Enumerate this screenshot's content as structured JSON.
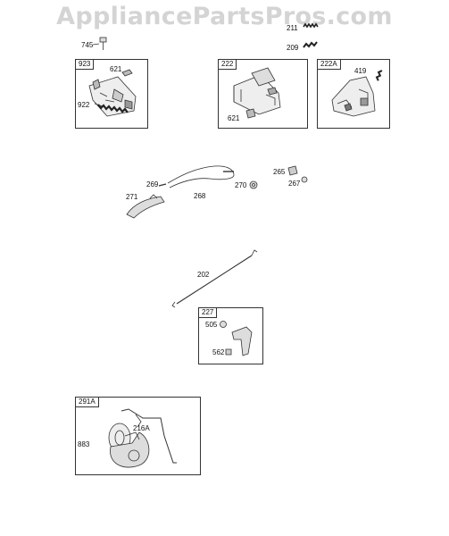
{
  "watermark": "AppliancePartsPros.com",
  "boxes": {
    "b923": "923",
    "b222": "222",
    "b222A": "222A",
    "b227": "227",
    "b291A": "291A"
  },
  "parts": {
    "p745": "745",
    "p211": "211",
    "p209": "209",
    "p621a": "621",
    "p922": "922",
    "p621b": "621",
    "p419": "419",
    "p269": "269",
    "p268": "268",
    "p271": "271",
    "p270": "270",
    "p265": "265",
    "p267": "267",
    "p202": "202",
    "p505": "505",
    "p562": "562",
    "p883": "883",
    "p216A": "216A"
  }
}
